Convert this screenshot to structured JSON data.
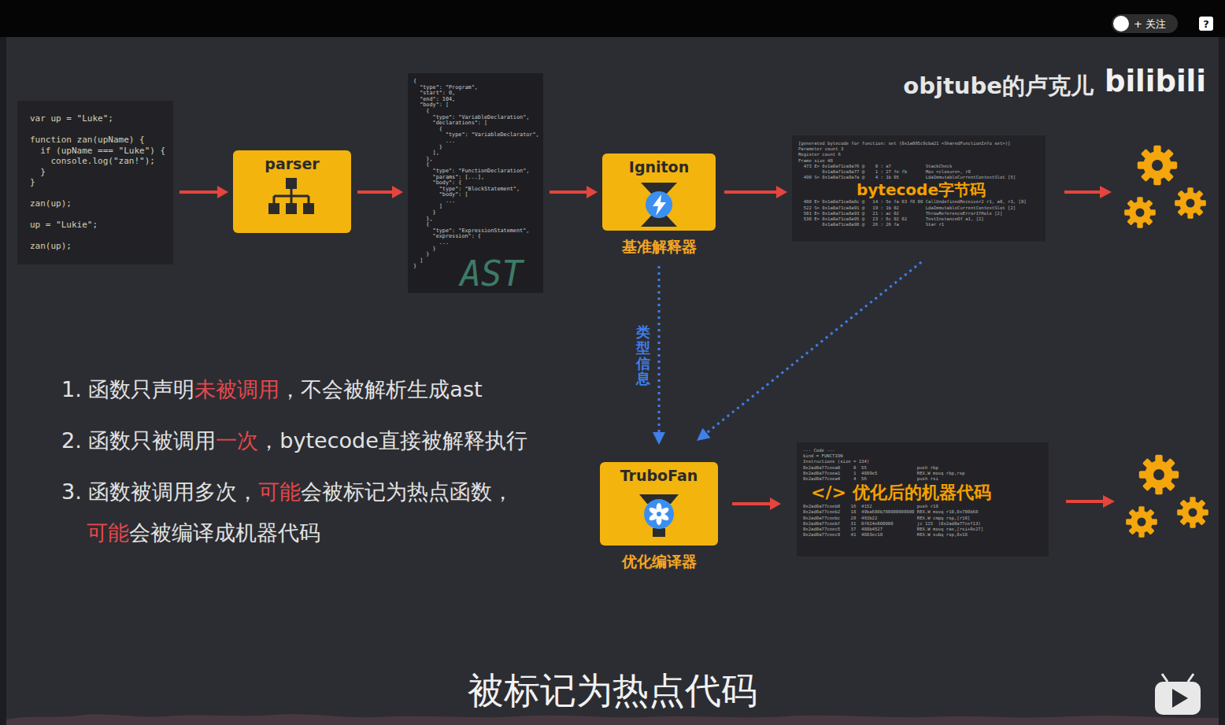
{
  "diagram": {
    "caption": "被标记为热点代码",
    "nodes": [
      {
        "text": [
          "var up = \"Luke\";",
          "function zan(upName) {",
          "  if (upName === \"Luke\") {",
          "    console.log(\"zan!\");",
          "  }",
          "}",
          "zan(up);",
          "up = \"Lukie\";",
          "zan(up);"
        ]
      },
      {
        "text": [
          "parser"
        ]
      },
      {
        "text": [
          "{",
          "  \"type\": \"Program\",",
          "  \"start\": 0,",
          "  \"end\": 104,",
          "  \"body\": [",
          "    {",
          "      \"type\": \"VariableDeclaration\",",
          "      \"declarations\": [",
          "        {",
          "          \"type\": \"VariableDeclarator\",",
          "          ...",
          "        }",
          "      ],",
          "    },",
          "    {",
          "      \"type\": \"FunctionDeclaration\",",
          "      \"params\": [...],",
          "      \"body\": {",
          "        \"type\": \"BlockStatement\",",
          "        \"body\": [",
          "          ...",
          "        ]",
          "      }",
          "    },",
          "    {",
          "      \"type\": \"ExpressionStatement\",",
          "      \"expression\": {",
          "        ...",
          "      }",
          "    }",
          "  ]",
          "}",
          "AST"
        ]
      },
      {
        "text": [
          "Igniton",
          "基准解释器"
        ]
      },
      {
        "text": [
          "[generated bytecode for function: set (0x1a095c9cba21 <SharedFunctionInfo set>)]",
          "Parameter count 3",
          "Register count 6",
          "Frame size 48",
          "  473 E> 0x1a0a71ca8a76 @    0 : a7             StackCheck",
          "         0x1a0a71ca8a77 @    1 : 27 fe fb       Mov <closure>, r0",
          "  490 S> 0x1a0a71ca8a7a @    4 : 1b 05          LdaImmutableCurrentContextSlot [5]",
          "bytecode字节码",
          "  480 E> 0x1a0a71ca8a8c @   14 : 5e fa 03 f8 00 CallUndefinedReceiver2 r1, a0, r3, [0]",
          "  522 S> 0x1a0a71ca8a91 @   19 : 1b 02          LdaImmutableCurrentContextSlot [2]",
          "  501 E> 0x1a0a71ca8a93 @   21 : ac 02          ThrowReferenceErrorIfHole [2]",
          "  530 E> 0x1a0a71ca8a95 @   23 : 6c 02 02       TestInstanceOf a1, [2]",
          "         0x1a0a71ca8a98 @   26 : 26 fa          Star r1"
        ]
      },
      {
        "text": [
          "TruboFan",
          "优化编译器"
        ]
      },
      {
        "text": [
          "--- Code ---",
          "kind = FUNCTION",
          "Instructions (size = 134)",
          "0x2ad0a77ceea0     0  55                   push rbp",
          "0x2ad0a77ceea1     1  4889e5               REX.W movq rbp,rsp",
          "0x2ad0a77ceea4     4  56                   push rsi",
          "</> 优化后的机器代码",
          "0x2ad0a77ceeb0    16  4152                 push r10",
          "0x2ad0a77ceeb2    18  49ba680b700000000000 REX.W movq r10,0x700b68",
          "0x2ad0a77ceebc    28  493b22               REX.W cmpq rsp,[r10]",
          "0x2ad0a77ceebf    31  0f824e000000         jc 115  (0x2ad0a77cef13)",
          "0x2ad0a77ceec5    37  488b4527             REX.W movq rax,[rsi+0x27]",
          "0x2ad0a77ceec9    41  4883ec18             REX.W subq rsp,0x18"
        ]
      }
    ],
    "edges": [
      {
        "from": 0,
        "to": 1,
        "arrow": "to"
      },
      {
        "from": 1,
        "to": 2,
        "arrow": "to"
      },
      {
        "from": 2,
        "to": 3,
        "arrow": "to"
      },
      {
        "from": 3,
        "to": 4,
        "arrow": "to"
      },
      {
        "from": 3,
        "to": 5,
        "label": "类型信息",
        "arrow": "to"
      },
      {
        "from": 4,
        "to": 5,
        "arrow": "to"
      },
      {
        "from": 5,
        "to": 6,
        "arrow": "to"
      }
    ],
    "labels": [
      "+ 关注",
      "?",
      "objtube的卢克儿",
      "bilibili",
      "1. 函数只声明",
      "未被调用",
      "，不会被解析生成ast",
      "2. 函数只被调用",
      "一次",
      "，bytecode直接被解释执行",
      "3. 函数被调用多次，",
      "可能",
      "会被标记为热点函数，",
      "可能",
      "会被编译成机器代码"
    ]
  }
}
